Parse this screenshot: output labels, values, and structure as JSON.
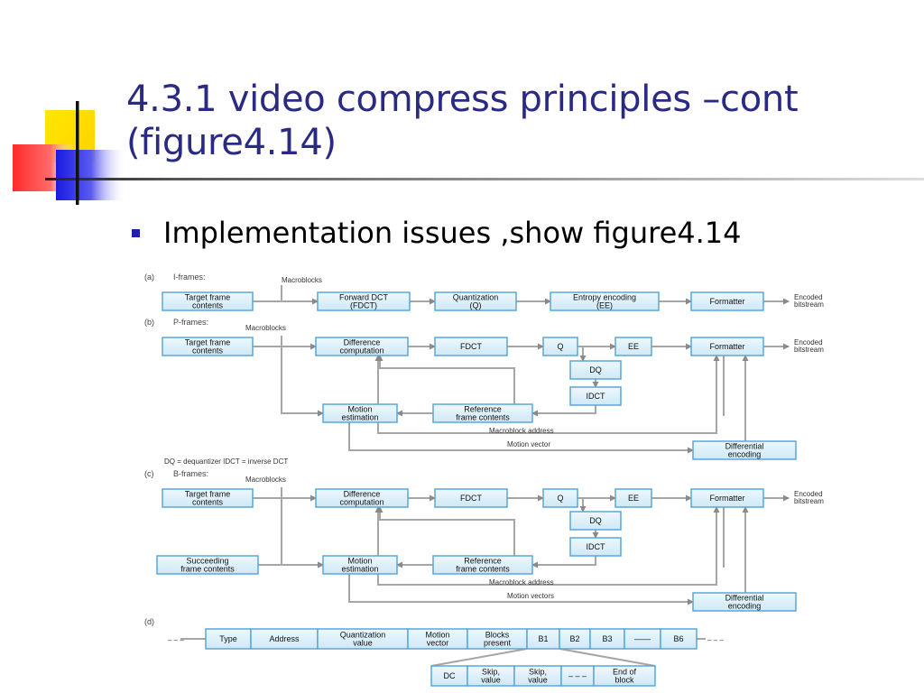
{
  "slide": {
    "title_line1": "4.3.1 video compress principles –cont",
    "title_line2": "(figure4.14)",
    "bullet": "Implementation issues ,show figure4.14"
  },
  "colors": {
    "title": "#2a2a84",
    "bullet": "#1f1fae",
    "box_fill": "#dff0fa",
    "box_stroke": "#5aa7d8",
    "line": "#a6a6a6"
  },
  "figure": {
    "parts": [
      {
        "tag": "(a)",
        "heading": "I-frames:",
        "boxes": [
          {
            "id": "a-target",
            "lines": [
              "Target frame",
              "contents"
            ]
          },
          {
            "id": "a-fdct",
            "lines": [
              "Forward DCT",
              "(FDCT)"
            ]
          },
          {
            "id": "a-q",
            "lines": [
              "Quantization",
              "(Q)"
            ]
          },
          {
            "id": "a-ee",
            "lines": [
              "Entropy encoding",
              "(EE)"
            ]
          },
          {
            "id": "a-fmt",
            "lines": [
              "Formatter"
            ]
          }
        ],
        "labels": [
          {
            "id": "a-mb",
            "text": "Macroblocks"
          },
          {
            "id": "a-out",
            "text": "Encoded"
          },
          {
            "id": "a-out2",
            "text": "bitstream"
          }
        ]
      },
      {
        "tag": "(b)",
        "heading": "P-frames:",
        "boxes": [
          {
            "id": "b-target",
            "lines": [
              "Target frame",
              "contents"
            ]
          },
          {
            "id": "b-diff",
            "lines": [
              "Difference",
              "computation"
            ]
          },
          {
            "id": "b-fdct",
            "lines": [
              "FDCT"
            ]
          },
          {
            "id": "b-q",
            "lines": [
              "Q"
            ]
          },
          {
            "id": "b-ee",
            "lines": [
              "EE"
            ]
          },
          {
            "id": "b-fmt",
            "lines": [
              "Formatter"
            ]
          },
          {
            "id": "b-dq",
            "lines": [
              "DQ"
            ]
          },
          {
            "id": "b-idct",
            "lines": [
              "IDCT"
            ]
          },
          {
            "id": "b-me",
            "lines": [
              "Motion",
              "estimation"
            ]
          },
          {
            "id": "b-ref",
            "lines": [
              "Reference",
              "frame contents"
            ]
          },
          {
            "id": "b-denc",
            "lines": [
              "Differential",
              "encoding"
            ]
          }
        ],
        "labels": [
          {
            "id": "b-mb",
            "text": "Macroblocks"
          },
          {
            "id": "b-out",
            "text": "Encoded"
          },
          {
            "id": "b-out2",
            "text": "bitstream"
          },
          {
            "id": "b-mba",
            "text": "Macroblock address"
          },
          {
            "id": "b-mv",
            "text": "Motion vector"
          },
          {
            "id": "b-legend",
            "text": "DQ = dequantizer     IDCT = inverse DCT"
          }
        ]
      },
      {
        "tag": "(c)",
        "heading": "B-frames:",
        "boxes": [
          {
            "id": "c-target",
            "lines": [
              "Target frame",
              "contents"
            ]
          },
          {
            "id": "c-diff",
            "lines": [
              "Difference",
              "computation"
            ]
          },
          {
            "id": "c-fdct",
            "lines": [
              "FDCT"
            ]
          },
          {
            "id": "c-q",
            "lines": [
              "Q"
            ]
          },
          {
            "id": "c-ee",
            "lines": [
              "EE"
            ]
          },
          {
            "id": "c-fmt",
            "lines": [
              "Formatter"
            ]
          },
          {
            "id": "c-dq",
            "lines": [
              "DQ"
            ]
          },
          {
            "id": "c-idct",
            "lines": [
              "IDCT"
            ]
          },
          {
            "id": "c-succ",
            "lines": [
              "Succeeding",
              "frame contents"
            ]
          },
          {
            "id": "c-me",
            "lines": [
              "Motion",
              "estimation"
            ]
          },
          {
            "id": "c-ref",
            "lines": [
              "Reference",
              "frame contents"
            ]
          },
          {
            "id": "c-denc",
            "lines": [
              "Differential",
              "encoding"
            ]
          }
        ],
        "labels": [
          {
            "id": "c-mb",
            "text": "Macroblocks"
          },
          {
            "id": "c-out",
            "text": "Encoded"
          },
          {
            "id": "c-out2",
            "text": "bitstream"
          },
          {
            "id": "c-mba",
            "text": "Macroblock address"
          },
          {
            "id": "c-mv",
            "text": "Motion vectors"
          }
        ]
      },
      {
        "tag": "(d)",
        "heading": "",
        "boxes": [
          {
            "id": "d-type",
            "lines": [
              "Type"
            ]
          },
          {
            "id": "d-addr",
            "lines": [
              "Address"
            ]
          },
          {
            "id": "d-qv",
            "lines": [
              "Quantization",
              "value"
            ]
          },
          {
            "id": "d-mv",
            "lines": [
              "Motion",
              "vector"
            ]
          },
          {
            "id": "d-bp",
            "lines": [
              "Blocks",
              "present"
            ]
          },
          {
            "id": "d-b1",
            "lines": [
              "B1"
            ]
          },
          {
            "id": "d-b2",
            "lines": [
              "B2"
            ]
          },
          {
            "id": "d-b3",
            "lines": [
              "B3"
            ]
          },
          {
            "id": "d-bdash",
            "lines": [
              "——"
            ]
          },
          {
            "id": "d-b6",
            "lines": [
              "B6"
            ]
          },
          {
            "id": "d-dc",
            "lines": [
              "DC"
            ]
          },
          {
            "id": "d-skip1",
            "lines": [
              "Skip,",
              "value"
            ]
          },
          {
            "id": "d-skip2",
            "lines": [
              "Skip,",
              "value"
            ]
          },
          {
            "id": "d-dash",
            "lines": [
              "– – –"
            ]
          },
          {
            "id": "d-eob",
            "lines": [
              "End of",
              "block"
            ]
          }
        ],
        "labels": [
          {
            "id": "d-left",
            "text": "– – –"
          },
          {
            "id": "d-right",
            "text": "– – –"
          }
        ]
      }
    ]
  }
}
